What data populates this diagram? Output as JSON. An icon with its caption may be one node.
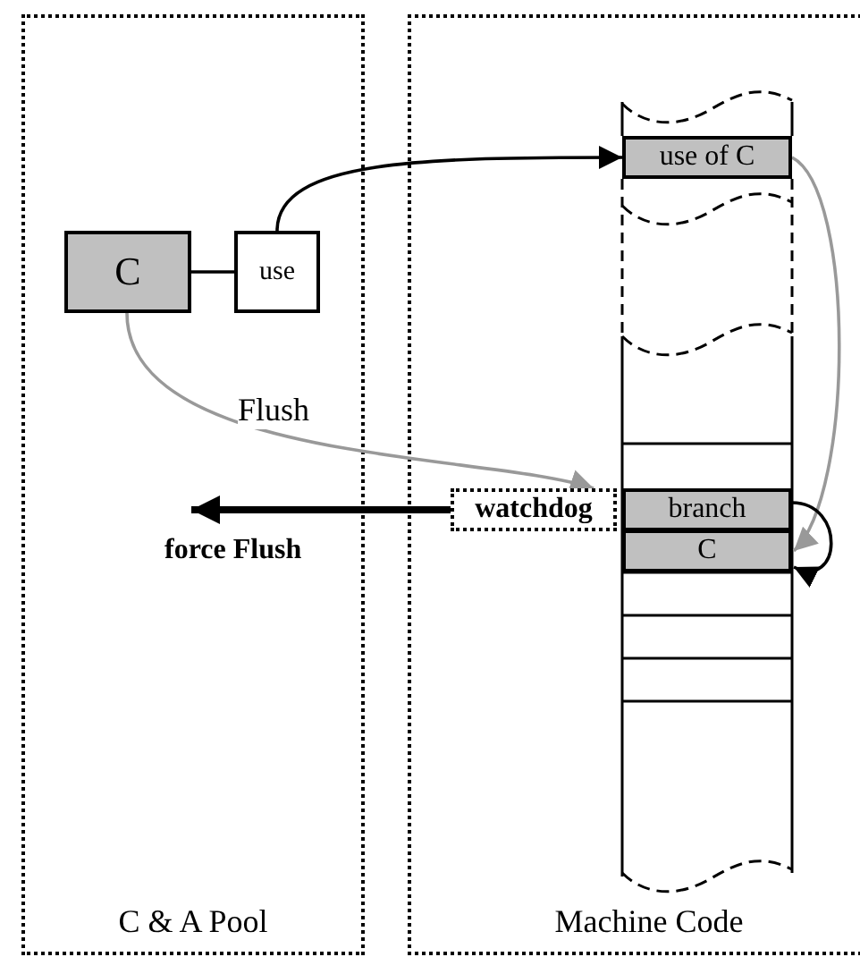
{
  "diagram": {
    "nodes": [
      {
        "text": [
          "C & A Pool"
        ]
      },
      {
        "text": [
          "Machine Code"
        ]
      },
      {
        "text": [
          "C"
        ],
        "in": 0
      },
      {
        "text": [
          "use"
        ],
        "in": 0
      },
      {
        "text": [
          "use of C"
        ],
        "in": 1
      },
      {
        "text": [
          "watchdog"
        ],
        "in": 1
      },
      {
        "text": [
          "branch"
        ],
        "in": 1
      },
      {
        "text": [
          "C"
        ],
        "in": 1
      }
    ],
    "edges": [
      {
        "from": 2,
        "to": 3,
        "arrow": "none"
      },
      {
        "from": 3,
        "to": 4,
        "arrow": "to"
      },
      {
        "from": 2,
        "to": 5,
        "arrow": "to",
        "label": "Flush",
        "color": "#999999"
      },
      {
        "from": 4,
        "to": 7,
        "arrow": "to",
        "color": "#999999"
      },
      {
        "from": 6,
        "to": 7,
        "arrow": "to"
      },
      {
        "from": 5,
        "to": null,
        "arrow": "to",
        "label": "force Flush",
        "style": "thick"
      }
    ]
  }
}
